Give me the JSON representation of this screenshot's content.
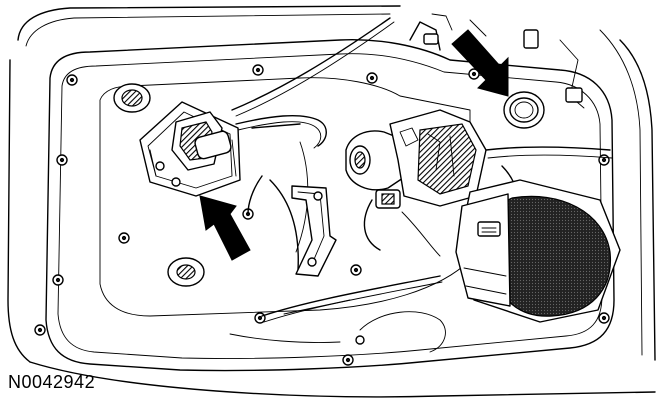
{
  "figure": {
    "reference_code": "N0042942",
    "callouts": [
      {
        "id": "arrow-to-module",
        "direction": "up-left"
      },
      {
        "id": "arrow-to-grommet",
        "direction": "down-right"
      }
    ],
    "colors": {
      "line": "#000000",
      "background": "#ffffff",
      "arrow_fill": "#000000"
    }
  }
}
